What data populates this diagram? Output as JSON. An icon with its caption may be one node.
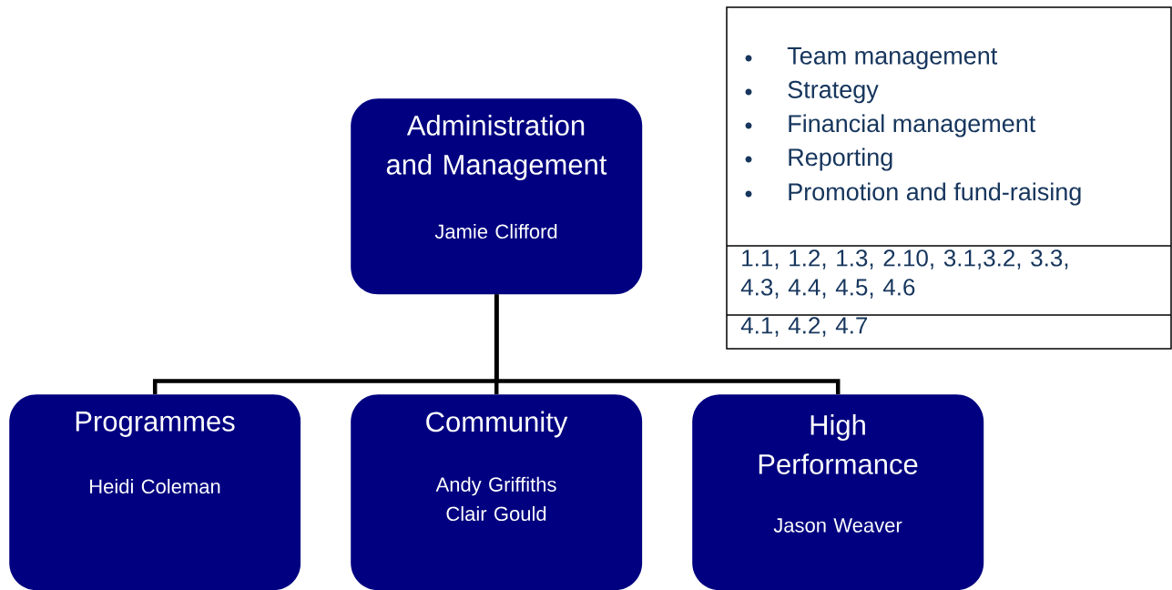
{
  "diagram": {
    "nodes": [
      {
        "text": [
          "Administration and Management",
          "Jamie Clifford"
        ]
      },
      {
        "text": [
          "Programmes",
          "Heidi Coleman"
        ]
      },
      {
        "text": [
          "Community",
          "Andy Griffiths",
          "Clair Gould"
        ]
      },
      {
        "text": [
          "High Performance",
          "Jason Weaver"
        ]
      }
    ],
    "edges": [
      {
        "from": 0,
        "to": 1,
        "arrow": "none"
      },
      {
        "from": 0,
        "to": 2,
        "arrow": "none"
      },
      {
        "from": 0,
        "to": 3,
        "arrow": "none"
      }
    ],
    "labels": [
      "Team management",
      "Strategy",
      "Financial management",
      "Reporting",
      "Promotion and fund-raising",
      "1.1, 1.2, 1.3, 2.10, 3.1,3.2, 3.3, 4.3, 4.4, 4.5, 4.6",
      "4.1, 4.2, 4.7"
    ]
  }
}
